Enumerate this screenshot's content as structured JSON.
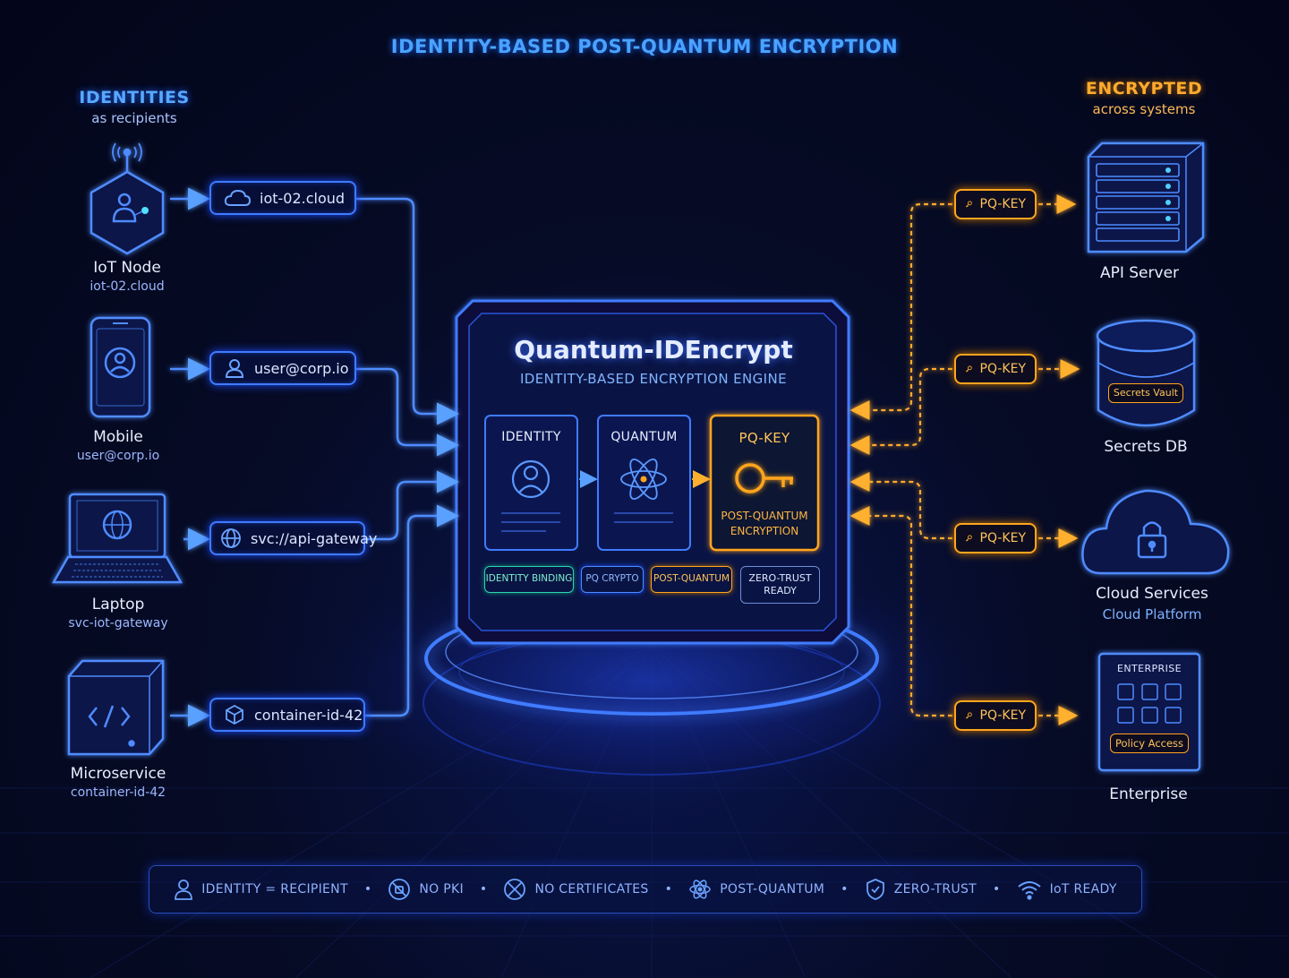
{
  "title": "IDENTITY-BASED POST-QUANTUM ENCRYPTION",
  "left_header": {
    "title": "IDENTITIES",
    "subtitle": "as recipients"
  },
  "right_header": {
    "title": "ENCRYPTED",
    "subtitle": "across systems"
  },
  "identities": [
    {
      "name": "IoT Node",
      "detail": "iot-02.cloud",
      "pill": "iot-02.cloud",
      "icon": "cloud-icon"
    },
    {
      "name": "Mobile",
      "detail": "user@corp.io",
      "pill": "user@corp.io",
      "icon": "user-icon"
    },
    {
      "name": "Laptop",
      "detail": "svc-iot-gateway",
      "pill": "svc://api-gateway",
      "icon": "globe-icon"
    },
    {
      "name": "Microservice",
      "detail": "container-id-42",
      "pill": "container-id-42",
      "icon": "cube-icon"
    }
  ],
  "engine": {
    "title": "Quantum-IDEncrypt",
    "subtitle": "IDENTITY-BASED ENCRYPTION ENGINE",
    "cards": [
      {
        "title": "IDENTITY",
        "icon": "user-circle-icon"
      },
      {
        "title": "QUANTUM",
        "icon": "atom-icon"
      },
      {
        "title": "PQ-KEY",
        "icon": "key-icon",
        "caption_line1": "POST-QUANTUM",
        "caption_line2": "ENCRYPTION"
      }
    ],
    "tags": [
      {
        "label": "IDENTITY BINDING",
        "color": "#2fd6b0"
      },
      {
        "label": "PQ CRYPTO",
        "color": "#4a8dff"
      },
      {
        "label": "POST-QUANTUM",
        "color": "#ffa51f"
      },
      {
        "label_line1": "ZERO-TRUST",
        "label_line2": "READY",
        "color": "#6f8fd8"
      }
    ]
  },
  "key_label": "PQ-KEY",
  "targets": [
    {
      "name": "API Server",
      "detail": ""
    },
    {
      "name": "Secrets DB",
      "detail": "",
      "badge": "Secrets Vault"
    },
    {
      "name": "Cloud Services",
      "detail": "Cloud Platform"
    },
    {
      "name": "Enterprise",
      "detail": "",
      "header": "ENTERPRISE",
      "badge": "Policy Access"
    }
  ],
  "footer": [
    {
      "label": "IDENTITY = RECIPIENT",
      "icon": "user-icon"
    },
    {
      "label": "NO PKI",
      "icon": "no-pki-icon"
    },
    {
      "label": "NO CERTIFICATES",
      "icon": "no-certificate-icon"
    },
    {
      "label": "POST-QUANTUM",
      "icon": "atom-icon"
    },
    {
      "label": "ZERO-TRUST",
      "icon": "shield-icon"
    },
    {
      "label": "IoT READY",
      "icon": "wifi-icon"
    }
  ],
  "colors": {
    "accent_blue": "#3f7bff",
    "accent_orange": "#ffa51f",
    "background": "#050a22"
  }
}
